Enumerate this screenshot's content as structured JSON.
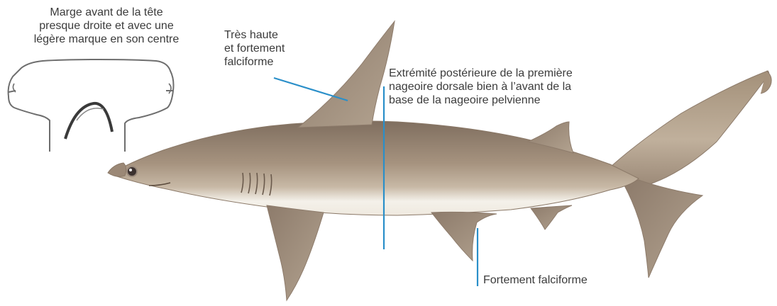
{
  "annotations": {
    "head_margin": [
      "Marge avant de la tête",
      "presque droite et avec une",
      "légère marque en son centre"
    ],
    "dorsal_height": [
      "Très haute",
      "et fortement",
      "falciforme"
    ],
    "dorsal_position": [
      "Extrémité postérieure de la première",
      "nageoire dorsale bien à l’avant de la",
      "base de la nageoire pelvienne"
    ],
    "pelvic_fin": [
      "Fortement falciforme"
    ]
  },
  "colors": {
    "body_dark": "#8c7a6a",
    "body_mid": "#a89686",
    "belly": "#f4f1ea",
    "fin": "#9b8878",
    "leader_line": "#2a8fc9",
    "outline": "#6e6e6e",
    "text": "#3b3b3b"
  }
}
